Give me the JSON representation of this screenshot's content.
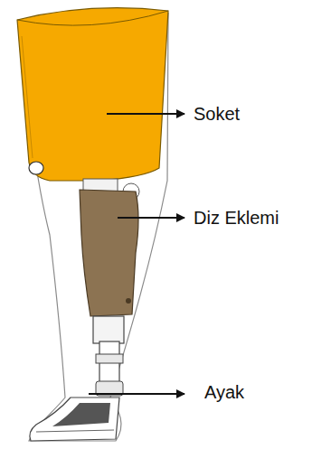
{
  "diagram": {
    "labels": [
      "Soket",
      "Diz Eklemi",
      "Ayak"
    ]
  }
}
